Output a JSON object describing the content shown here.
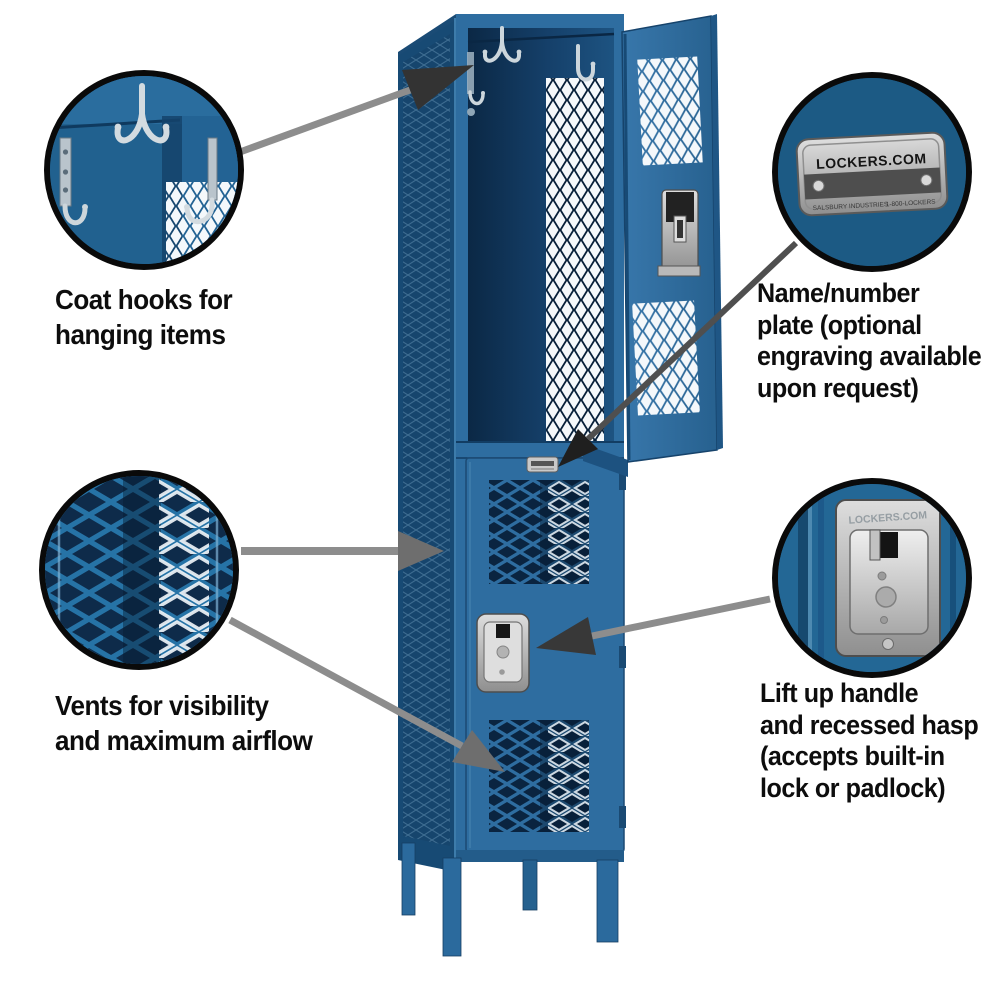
{
  "callouts": {
    "coat_hooks": {
      "label": "Coat hooks for\nhanging items"
    },
    "name_plate": {
      "label": "Name/number\nplate (optional\nengraving available\nupon request)"
    },
    "vents": {
      "label": "Vents for visibility\nand maximum airflow"
    },
    "handle": {
      "label": "Lift up handle\nand recessed hasp\n(accepts built-in\nlock or padlock)"
    }
  },
  "name_plate_detail": {
    "brand": "LOCKERS.COM",
    "maker": "SALSBURY INDUSTRIES",
    "phone": "1-800-LOCKERS"
  },
  "handle_detail": {
    "stamp": "LOCKERS.COM"
  },
  "palette": {
    "locker_blue": "#2e6da0",
    "locker_blue_dark": "#174a74",
    "interior_navy": "#0b2845",
    "circle_blue": "#1d5a84",
    "vent_circle_blue": "#2673a6",
    "arrow_gray": "#8d8d8d",
    "arrow_dark": "#333333",
    "text_black": "#0d0d0d",
    "silver": "#c9c9c9"
  }
}
